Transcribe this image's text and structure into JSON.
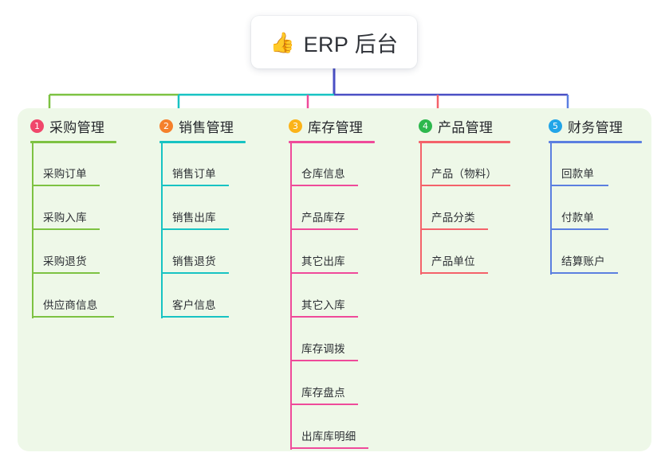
{
  "diagram": {
    "type": "mindmap-tree",
    "root": {
      "icon": "thumbs-up-icon",
      "emoji": "👍",
      "title": "ERP 后台"
    },
    "panel_color": "#eef8e8",
    "stem_color": "#4a4fc4",
    "branches": [
      {
        "number": "1",
        "title": "采购管理",
        "color": "#7dc242",
        "badge_color": "#f0476b",
        "rule_width": 108,
        "items": [
          {
            "label": "采购订单",
            "rule_width": 85
          },
          {
            "label": "采购入库",
            "rule_width": 85
          },
          {
            "label": "采购退货",
            "rule_width": 85
          },
          {
            "label": "供应商信息",
            "rule_width": 103
          }
        ]
      },
      {
        "number": "2",
        "title": "销售管理",
        "color": "#17c3c3",
        "badge_color": "#f5802b",
        "rule_width": 108,
        "items": [
          {
            "label": "销售订单",
            "rule_width": 85
          },
          {
            "label": "销售出库",
            "rule_width": 85
          },
          {
            "label": "销售退货",
            "rule_width": 85
          },
          {
            "label": "客户信息",
            "rule_width": 85
          }
        ]
      },
      {
        "number": "3",
        "title": "库存管理",
        "color": "#ef4a9a",
        "badge_color": "#fbb319",
        "rule_width": 108,
        "items": [
          {
            "label": "仓库信息",
            "rule_width": 85
          },
          {
            "label": "产品库存",
            "rule_width": 85
          },
          {
            "label": "其它出库",
            "rule_width": 85
          },
          {
            "label": "其它入库",
            "rule_width": 85
          },
          {
            "label": "库存调拨",
            "rule_width": 85
          },
          {
            "label": "库存盘点",
            "rule_width": 85
          },
          {
            "label": "出库库明细",
            "rule_width": 98
          }
        ]
      },
      {
        "number": "4",
        "title": "产品管理",
        "color": "#f4626a",
        "badge_color": "#2db84d",
        "rule_width": 115,
        "items": [
          {
            "label": "产品（物料）",
            "rule_width": 113
          },
          {
            "label": "产品分类",
            "rule_width": 85
          },
          {
            "label": "产品单位",
            "rule_width": 85
          }
        ]
      },
      {
        "number": "5",
        "title": "财务管理",
        "color": "#5b7fe0",
        "badge_color": "#22a5e8",
        "rule_width": 117,
        "items": [
          {
            "label": "回款单",
            "rule_width": 73
          },
          {
            "label": "付款单",
            "rule_width": 73
          },
          {
            "label": "结算账户",
            "rule_width": 85
          }
        ]
      }
    ]
  }
}
